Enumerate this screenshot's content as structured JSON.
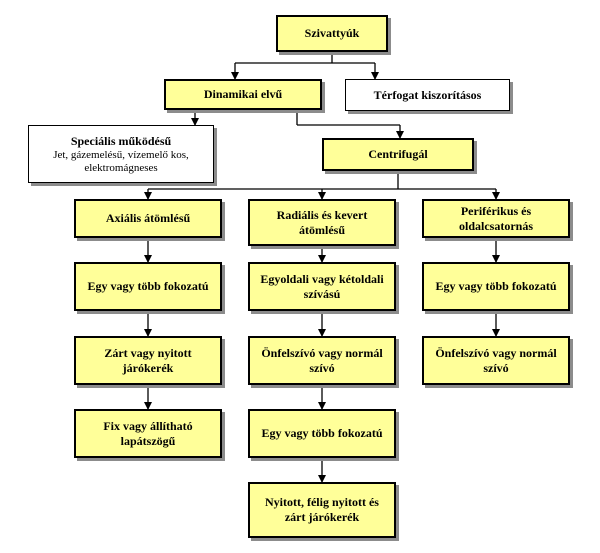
{
  "colors": {
    "box_fill": "#ffff99",
    "border": "#000000",
    "shadow": "#8c8c8c",
    "background": "#ffffff"
  },
  "nodes": {
    "root": "Szivattyúk",
    "dynamic": "Dinamikai elvű",
    "volumetric": "Térfogat kiszorításos",
    "special_title": "Speciális működésű",
    "special_line1": "Jet, gázemelésű, vízemelő kos,",
    "special_line2": "elektromágneses",
    "centrifugal": "Centrifugál",
    "axial": "Axiális átömlésű",
    "radial": "Radiális és kevert átömlésű",
    "peripheral": "Periférikus és oldalcsatornás",
    "axial_stages": "Egy vagy több fokozatú",
    "axial_impeller": "Zárt vagy nyitott járókerék",
    "axial_blades": "Fix vagy állítható lapátszögű",
    "radial_suction": "Egyoldali vagy kétoldali szívású",
    "radial_priming": "Önfelszívó vagy normál szívó",
    "radial_stages": "Egy vagy több fokozatú",
    "radial_impeller": "Nyitott, félig nyitott és zárt járókerék",
    "peripheral_stages": "Egy vagy több fokozatú",
    "peripheral_priming": "Önfelszívó vagy normál szívó"
  }
}
